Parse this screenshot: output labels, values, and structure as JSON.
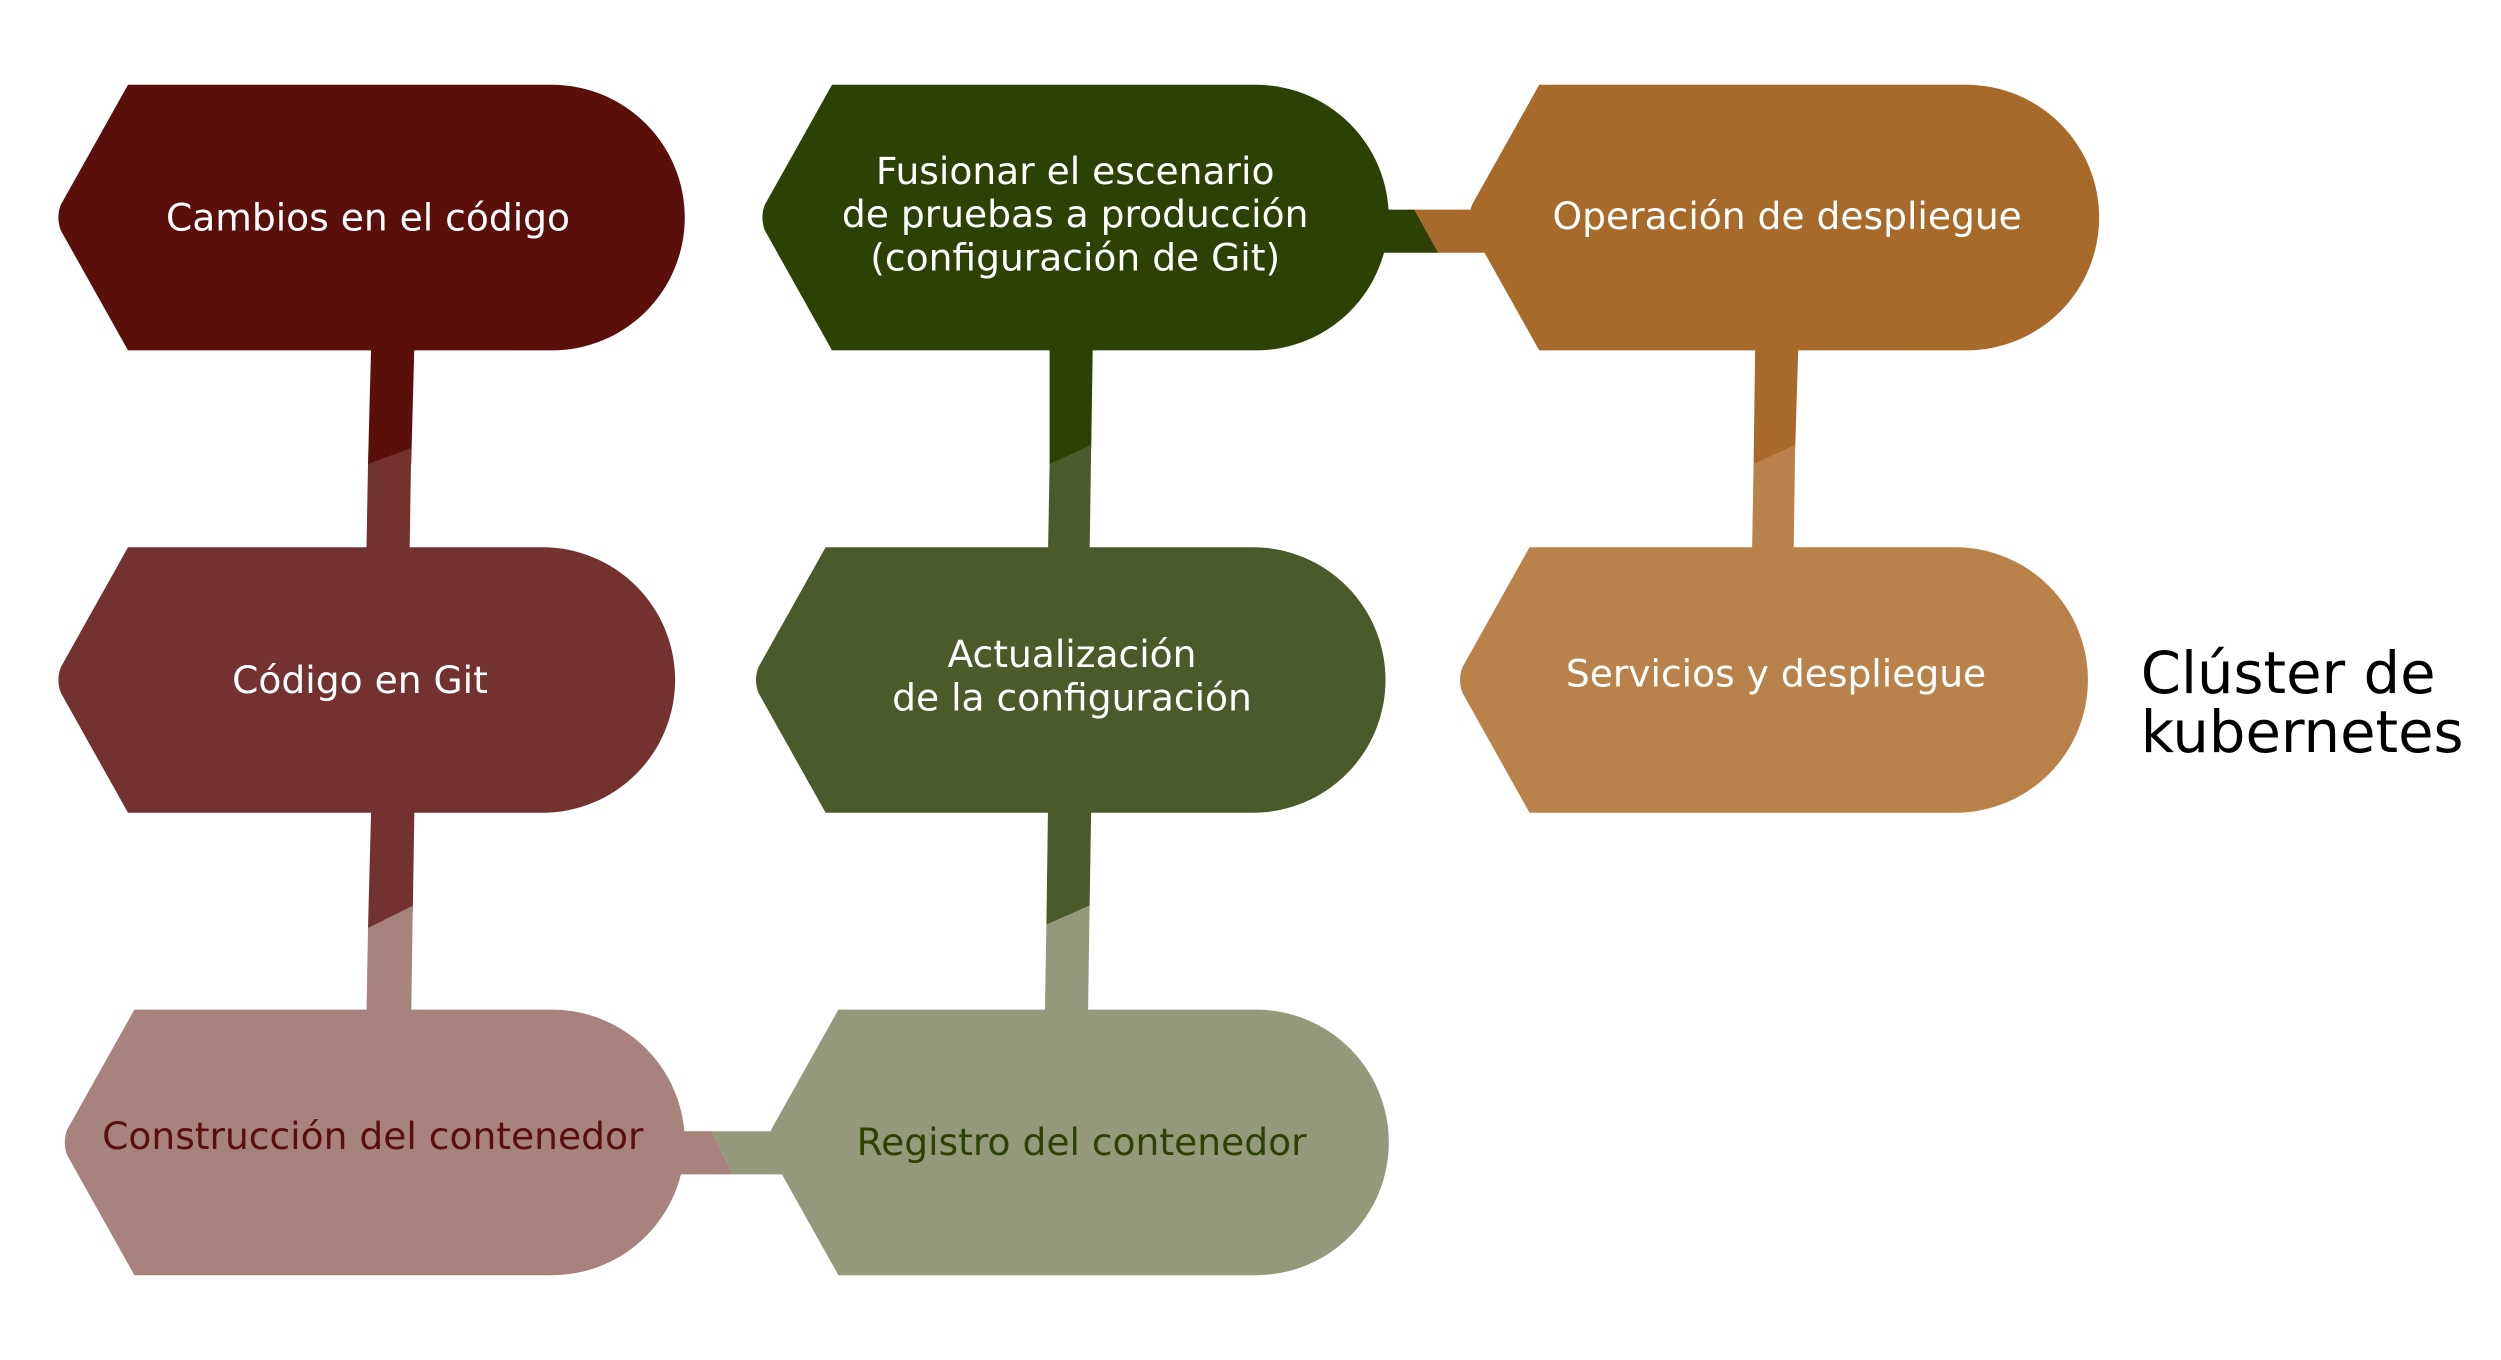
{
  "nodes": {
    "code_changes": {
      "label": "Cambios en el código",
      "fill": "#5a0f0b",
      "text_color": "#ffffff"
    },
    "code_in_git": {
      "label": "Código en Git",
      "fill": "#733230",
      "text_color": "#ffffff"
    },
    "container_build": {
      "label": "Construcción del contenedor",
      "fill": "#a8827c",
      "text_color": "#5a0f0b"
    },
    "merge_staging": {
      "label": "Fusionar el escenario\nde pruebas a producción\n(configuración de Git)",
      "fill": "#2e4105",
      "text_color": "#ffffff"
    },
    "config_update": {
      "label": "Actualización\nde la configuración",
      "fill": "#4b5a2a",
      "text_color": "#ffffff"
    },
    "container_registry": {
      "label": "Registro del contenedor",
      "fill": "#94997b",
      "text_color": "#2e4105"
    },
    "deploy_operation": {
      "label": "Operación de despliegue",
      "fill": "#a86a2b",
      "text_color": "#ffffff"
    },
    "services_deploy": {
      "label": "Servicios y despliegue",
      "fill": "#b8824a",
      "text_color": "#ffffff"
    }
  },
  "cluster_label": "Clúster de\nkubernetes"
}
